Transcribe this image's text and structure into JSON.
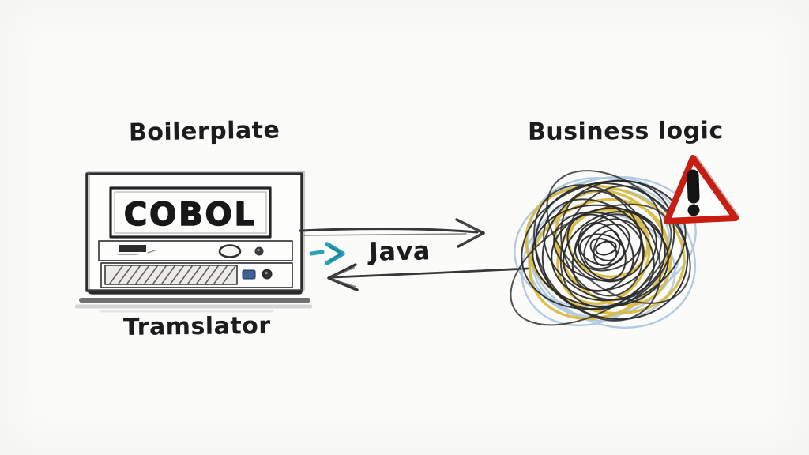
{
  "diagram": {
    "left_group": {
      "top_label": "Boilerplate",
      "machine_text": "COBOL",
      "bottom_label": "Tramslator"
    },
    "center_group": {
      "arrow_label": "Java"
    },
    "right_group": {
      "top_label": "Business logic"
    }
  },
  "icons": {
    "mainframe": "mainframe-computer-icon",
    "arrow_right": "arrow-right-icon",
    "arrow_left": "arrow-left-icon",
    "double_chevron": "double-chevron-icon",
    "tangle": "scribble-tangle-icon",
    "warning": "warning-triangle-icon",
    "exclamation": "exclamation-icon"
  },
  "colors": {
    "background": "#fbfbfa",
    "ink": "#2b2b2b",
    "teal_accent": "#2aa2b6",
    "warning_red": "#c81e12",
    "scribble_yellow": "#d8b83a",
    "scribble_blue": "#a7c3dd",
    "button_blue": "#3c6298"
  }
}
